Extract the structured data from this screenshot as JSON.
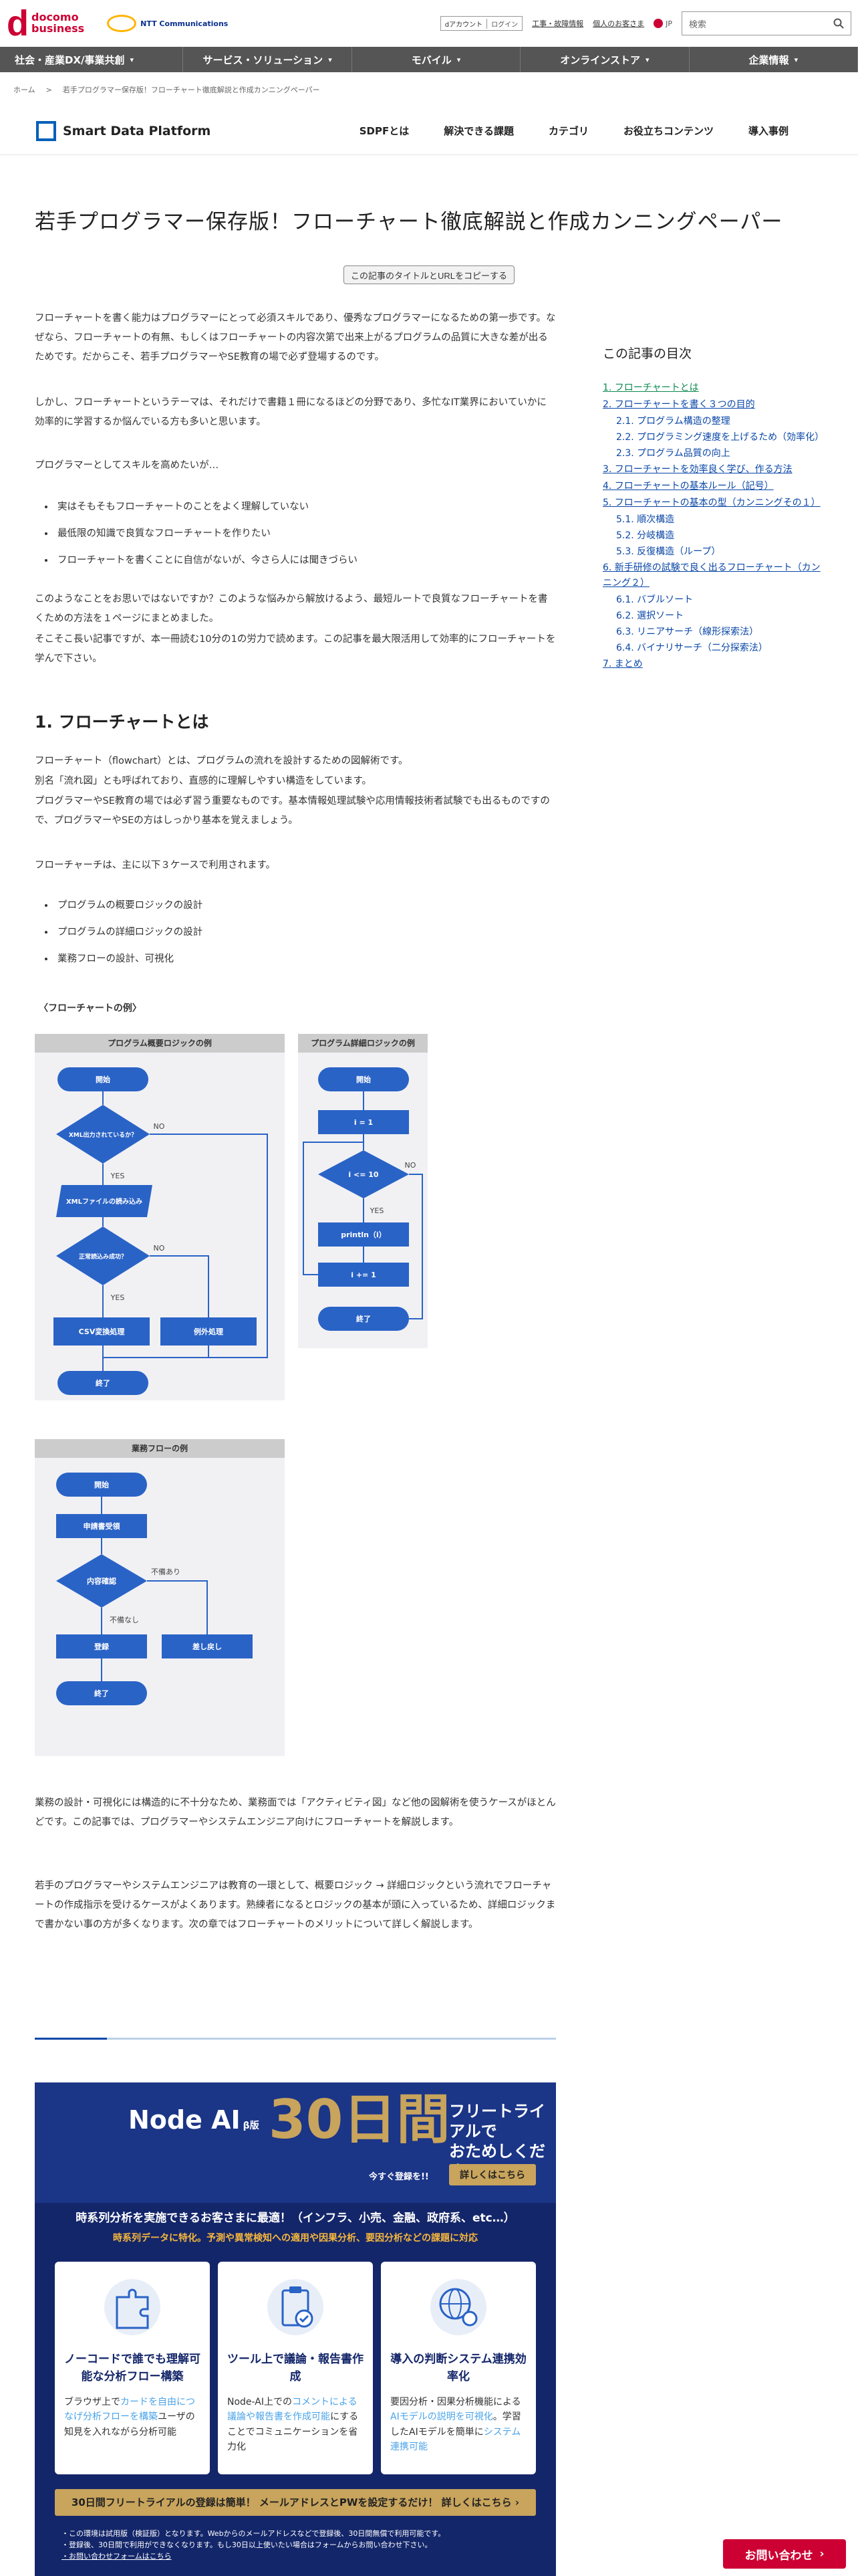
{
  "header": {
    "brand_docomo": "docomo",
    "brand_business": "business",
    "brand_ntt": "NTT Communications",
    "daccount": "dアカウント",
    "login": "ログイン",
    "link_construction": "工事・故障情報",
    "link_private": "個人のお客さま",
    "lang": "JP",
    "search_placeholder": "検索"
  },
  "nav": [
    {
      "label": "社会・産業DX/事業共創"
    },
    {
      "label": "サービス・ソリューション"
    },
    {
      "label": "モバイル"
    },
    {
      "label": "オンラインストア"
    },
    {
      "label": "企業情報"
    }
  ],
  "breadcrumb": {
    "home": "ホーム",
    "sep": ">",
    "current": "若手プログラマー保存版！フローチャート徹底解説と作成カンニングペーパー"
  },
  "sdp": {
    "name": "Smart Data Platform",
    "nav": [
      "SDPFとは",
      "解決できる課題",
      "カテゴリ",
      "お役立ちコンテンツ",
      "導入事例"
    ]
  },
  "article": {
    "title": "若手プログラマー保存版！フローチャート徹底解説と作成カンニングペーパー",
    "copy_btn": "この記事のタイトルとURLをコピーする",
    "p1": "フローチャートを書く能力はプログラマーにとって必須スキルであり、優秀なプログラマーになるための第一歩です。なぜなら、フローチャートの有無、もしくはフローチャートの内容次第で出来上がるプログラムの品質に大きな差が出るためです。だからこそ、若手プログラマーやSE教育の場で必ず登場するのです。",
    "p2": "しかし、フローチャートというテーマは、それだけで書籍１冊になるほどの分野であり、多忙なIT業界においていかに効率的に学習するか悩んでいる方も多いと思います。",
    "p3": "プログラマーとしてスキルを高めたいが…",
    "bullets1": [
      "実はそもそもフローチャートのことをよく理解していない",
      "最低限の知識で良質なフローチャートを作りたい",
      "フローチャートを書くことに自信がないが、今さら人には聞きづらい"
    ],
    "p4": "このようなことをお思いではないですか？このような悩みから解放けるよう、最短ルートで良質なフローチャートを書くための方法を１ページにまとめました。",
    "p5": "そこそこ長い記事ですが、本一冊読む10分の1の労力で読めます。この記事を最大限活用して効率的にフローチャートを学んで下さい。",
    "h2": "1. フローチャートとは",
    "p6": "フローチャート（flowchart）とは、プログラムの流れを設計するための図解術です。",
    "p7": "別名「流れ図」とも呼ばれており、直感的に理解しやすい構造をしています。",
    "p8": "プログラマーやSE教育の場では必ず習う重要なものです。基本情報処理試験や応用情報技術者試験でも出るものですので、プログラマーやSEの方はしっかり基本を覚えましょう。",
    "p9": "フローチャーチは、主に以下３ケースで利用されます。",
    "bullets2": [
      "プログラムの概要ロジックの設計",
      "プログラムの詳細ロジックの設計",
      "業務フローの設計、可視化"
    ],
    "fig_label": "〈フローチャートの例〉",
    "p10": "業務の設計・可視化には構造的に不十分なため、業務面では「アクティビティ図」など他の図解術を使うケースがほとんどです。この記事では、プログラマーやシステムエンジニア向けにフローチャートを解説します。",
    "p11": "若手のプログラマーやシステムエンジニアは教育の一環として、概要ロジック → 詳細ロジックという流れでフローチャートの作成指示を受けるケースがよくあります。熟練者になるとロジックの基本が頭に入っているため、詳細ロジックまで書かない事の方が多くなります。次の章ではフローチャートのメリットについて詳しく解説します。"
  },
  "fig1": {
    "title": "プログラム概要ロジックの例",
    "start": "開始",
    "d1": "XML出力されているか？",
    "yes": "YES",
    "no": "NO",
    "p1": "XMLファイルの読み込み",
    "d2": "正常読込み成功？",
    "p2": "CSV変換処理",
    "p3": "例外処理",
    "end": "終了"
  },
  "fig2": {
    "title": "プログラム詳細ロジックの例",
    "start": "開始",
    "init": "i = 1",
    "cond": "i <= 10",
    "yes": "YES",
    "no": "NO",
    "print": "println（i）",
    "inc": "i += 1",
    "end": "終了"
  },
  "fig3": {
    "title": "業務フローの例",
    "start": "開始",
    "p1": "申請書受領",
    "d1": "内容確認",
    "ng": "不備あり",
    "ok": "不備なし",
    "reg": "登録",
    "ret": "差し戻し",
    "end": "終了"
  },
  "toc": {
    "title": "この記事の目次",
    "items": [
      {
        "label": "1. フローチャートとは",
        "level": 1,
        "active": true
      },
      {
        "label": "2. フローチャートを書く３つの目的",
        "level": 1
      },
      {
        "label": "2.1. プログラム構造の整理",
        "level": 2
      },
      {
        "label": "2.2. プログラミング速度を上げるため（効率化）",
        "level": 2
      },
      {
        "label": "2.3. プログラム品質の向上",
        "level": 2
      },
      {
        "label": "3. フローチャートを効率良く学び、作る方法",
        "level": 1
      },
      {
        "label": "4. フローチャートの基本ルール（記号）",
        "level": 1
      },
      {
        "label": "5. フローチャートの基本の型（カンニングその１）",
        "level": 1
      },
      {
        "label": "5.1. 順次構造",
        "level": 2
      },
      {
        "label": "5.2. 分岐構造",
        "level": 2
      },
      {
        "label": "5.3. 反復構造（ループ）",
        "level": 2
      },
      {
        "label": "6. 新手研修の試験で良く出るフローチャート（カンニング２）",
        "level": 1
      },
      {
        "label": "6.1. バブルソート",
        "level": 2
      },
      {
        "label": "6.2. 選択ソート",
        "level": 2
      },
      {
        "label": "6.3. リニアサーチ（線形探索法）",
        "level": 2
      },
      {
        "label": "6.4. バイナリサーチ（二分探索法）",
        "level": 2
      },
      {
        "label": "7. まとめ",
        "level": 1
      }
    ]
  },
  "banner": {
    "product": "Node AI",
    "product_sub": "β版",
    "days": "30日間",
    "free_line1": "フリートライアルで",
    "free_line2": "おためしください!!",
    "now": "今すぐ登録を!!",
    "detail": "詳しくはこちら",
    "line1": "時系列分析を実施できるお客さまに最適！（インフラ、小売、金融、政府系、etc…）",
    "line2": "時系列データに特化。予測や異常検知への適用や因果分析、要因分析などの課題に対応",
    "cards": [
      {
        "title": "ノーコードで誰でも理解可能な分析フロー構築",
        "body_a": "ブラウザ上で",
        "body_hl": "カードを自由につなげ分析フローを構築",
        "body_b": "ユーザの知見を入れながら分析可能"
      },
      {
        "title": "ツール上で議論・報告書作成",
        "body_a": "Node-AI上での",
        "body_hl": "コメントによる議論や報告書を作成可能",
        "body_b": "にすることでコミュニケーションを省力化"
      },
      {
        "title": "導入の判断システム連携効率化",
        "body_a": "要因分析・因果分析機能による",
        "body_hl": "AIモデルの説明を可視化",
        "body_b": "。学習したAIモデルを簡単に",
        "body_hl2": "システム連携可能"
      }
    ],
    "cta": "30日間フリートライアルの登録は簡単！ メールアドレスとPWを設定するだけ！ 詳しくはこちら ›",
    "notes": [
      "・この環境は試用版（検証版）となります。Webからのメールアドレスなどで登録後、30日間無償で利用可能です。",
      "・登録後、30日間で利用ができなくなります。もし30日以上使いたい場合はフォームからお問い合わせ下さい。",
      "・お問い合わせフォームはこちら"
    ]
  },
  "contact": "お問い合わせ"
}
